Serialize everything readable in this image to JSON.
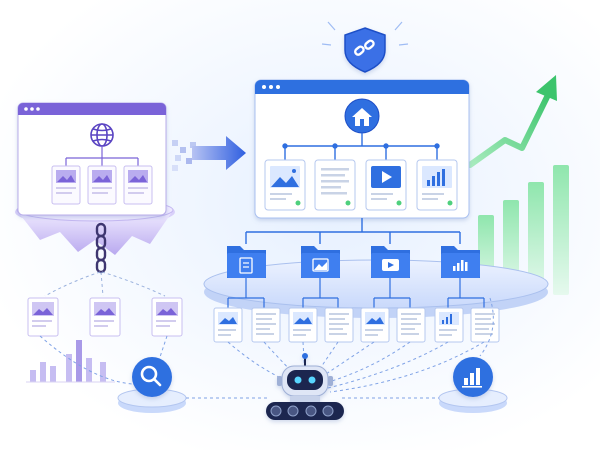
{
  "illustration": {
    "subject": "",
    "colors": {
      "primary_blue": "#2f6fe0",
      "deep_blue": "#1e4fc7",
      "light_blue": "#dbe8ff",
      "purple": "#7a63d8",
      "lavender": "#cfc6f3",
      "green": "#4fd07d",
      "mint": "#bff0d0",
      "card_white": "#ffffff",
      "line_gray": "#c9d3e6",
      "robot_dark": "#1a2550",
      "robot_eye": "#59d6ff"
    },
    "icons": [
      "globe-icon",
      "chain-link-icon",
      "shield-link-icon",
      "home-icon",
      "image-icon",
      "text-document-icon",
      "video-play-icon",
      "bar-chart-icon",
      "folder-icon",
      "search-magnifier-icon",
      "robot-crawler-icon",
      "growth-arrow-icon"
    ],
    "top_level_pages": [
      "image",
      "document",
      "video",
      "chart"
    ],
    "folders": [
      "document",
      "image",
      "video",
      "chart"
    ],
    "leaf_pages_per_folder": 2,
    "growth_bars": 4
  }
}
